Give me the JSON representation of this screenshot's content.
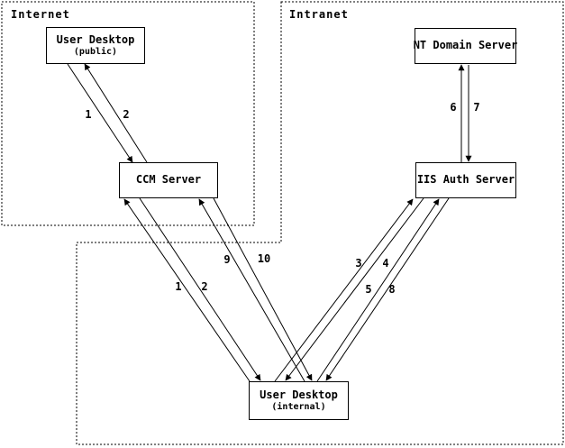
{
  "colors": {
    "ink": "#000000",
    "background": "#ffffff"
  },
  "regions": {
    "internet": {
      "label": "Internet"
    },
    "intranet": {
      "label": "Intranet"
    }
  },
  "nodes": {
    "user_desktop_public": {
      "title": "User Desktop",
      "subtitle": "(public)"
    },
    "ccm_server": {
      "title": "CCM Server"
    },
    "nt_domain_server": {
      "title": "NT Domain Server"
    },
    "iis_auth_server": {
      "title": "IIS Auth Server"
    },
    "user_desktop_internal": {
      "title": "User Desktop",
      "subtitle": "(internal)"
    }
  },
  "arrows": [
    {
      "label": "1",
      "from": "User Desktop (public)",
      "to": "CCM Server"
    },
    {
      "label": "2",
      "from": "CCM Server",
      "to": "User Desktop (public)"
    },
    {
      "label": "6",
      "from": "IIS Auth Server",
      "to": "NT Domain Server"
    },
    {
      "label": "7",
      "from": "NT Domain Server",
      "to": "IIS Auth Server"
    },
    {
      "label": "1",
      "from": "User Desktop (internal)",
      "to": "CCM Server"
    },
    {
      "label": "2",
      "from": "CCM Server",
      "to": "User Desktop (internal)"
    },
    {
      "label": "9",
      "from": "User Desktop (internal)",
      "to": "CCM Server"
    },
    {
      "label": "10",
      "from": "CCM Server",
      "to": "User Desktop (internal)"
    },
    {
      "label": "3",
      "from": "User Desktop (internal)",
      "to": "IIS Auth Server"
    },
    {
      "label": "4",
      "from": "IIS Auth Server",
      "to": "User Desktop (internal)"
    },
    {
      "label": "5",
      "from": "User Desktop (internal)",
      "to": "IIS Auth Server"
    },
    {
      "label": "8",
      "from": "IIS Auth Server",
      "to": "User Desktop (internal)"
    }
  ]
}
